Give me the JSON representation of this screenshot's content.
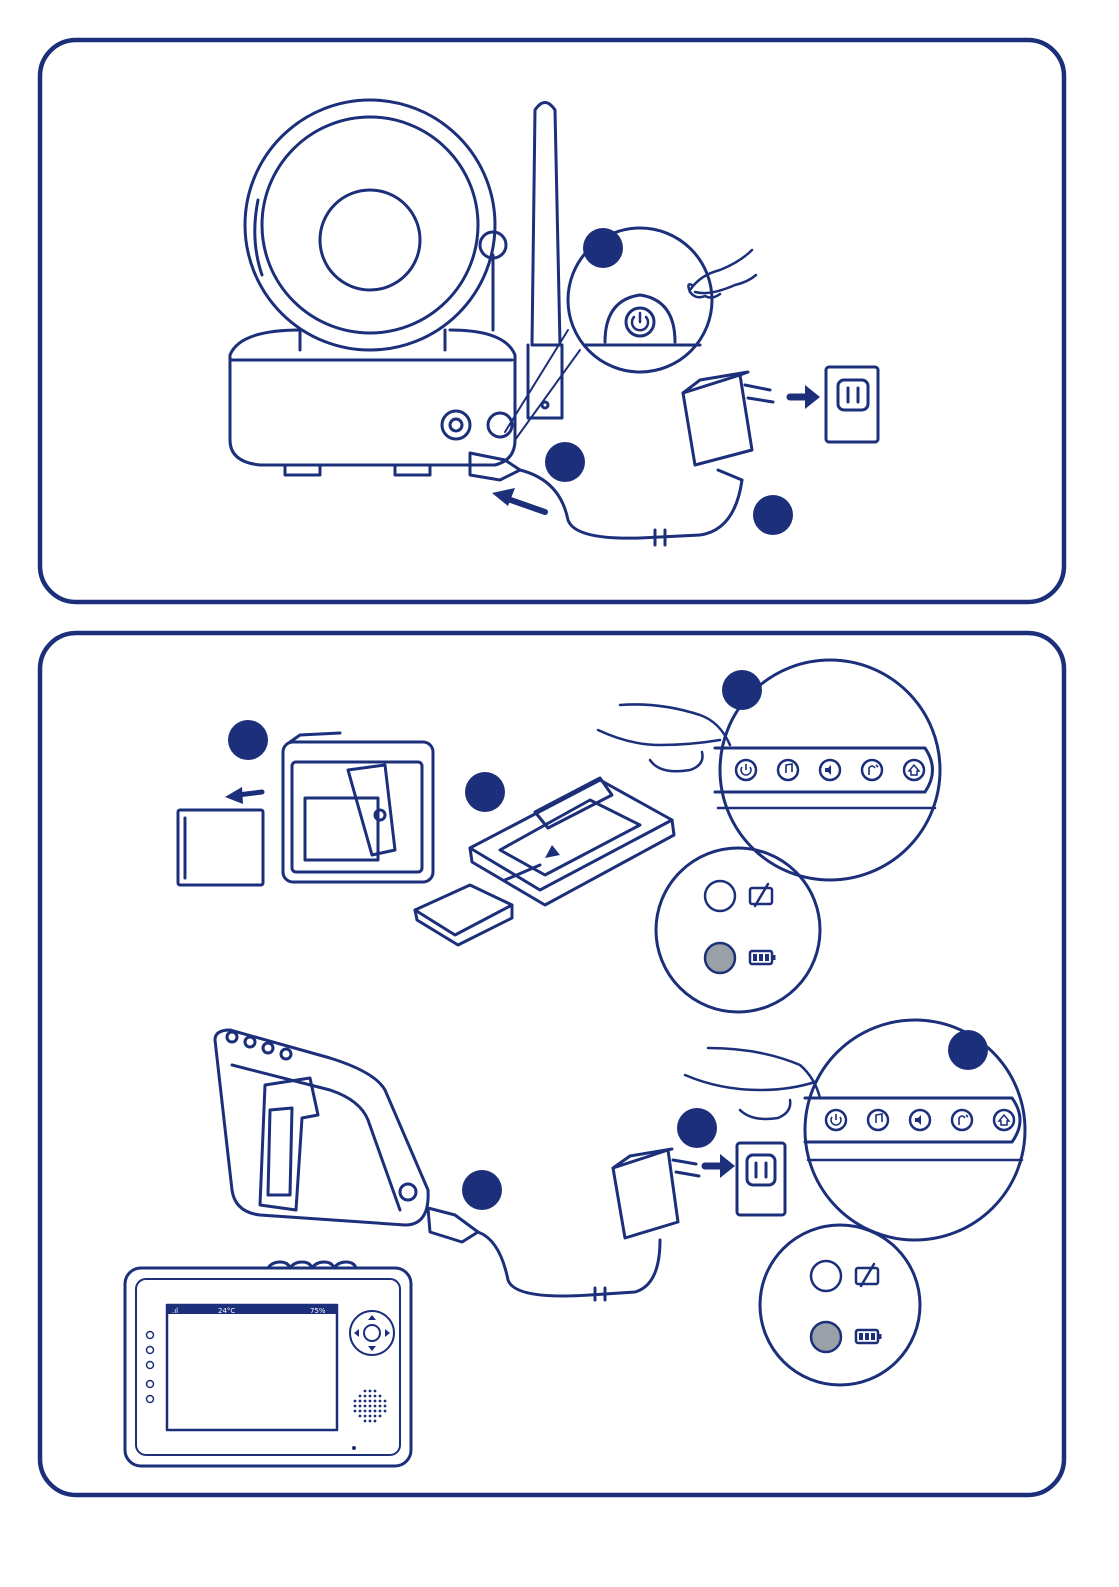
{
  "colors": {
    "ink": "#1c2f7a",
    "step_circle": "#1c2f7a",
    "led_off": "#ffffff",
    "led_on": "#9aa0a8",
    "background": "#ffffff"
  },
  "panels": [
    {
      "id": "camera-setup",
      "steps": [
        {
          "position": "camera-power-button-callout"
        },
        {
          "position": "dc-jack-plug"
        },
        {
          "position": "adapter-cable"
        }
      ],
      "icons": [
        "camera-icon",
        "antenna-icon",
        "power-button-icon",
        "hand-icon",
        "power-adapter-icon",
        "wall-outlet-icon",
        "arrow-right-icon",
        "arrow-left-icon"
      ]
    },
    {
      "id": "parent-unit-setup",
      "steps": [
        {
          "position": "battery-removal"
        },
        {
          "position": "battery-insert"
        },
        {
          "position": "parent-power-button-callout"
        },
        {
          "position": "parent-dc-plug"
        },
        {
          "position": "parent-adapter-outlet"
        },
        {
          "position": "parent-power-button-callout-2"
        }
      ],
      "button_strip_icons": [
        "power-icon",
        "music-note-icon",
        "volume-icon",
        "talk-icon",
        "camera-select-icon"
      ],
      "led_legend": [
        {
          "state": "off",
          "icon": "battery-unplugged-icon"
        },
        {
          "state": "on",
          "icon": "battery-full-icon"
        }
      ],
      "screen": {
        "status_signal": ".ıl",
        "status_mid": "24°C",
        "status_battery": "75%"
      }
    }
  ]
}
